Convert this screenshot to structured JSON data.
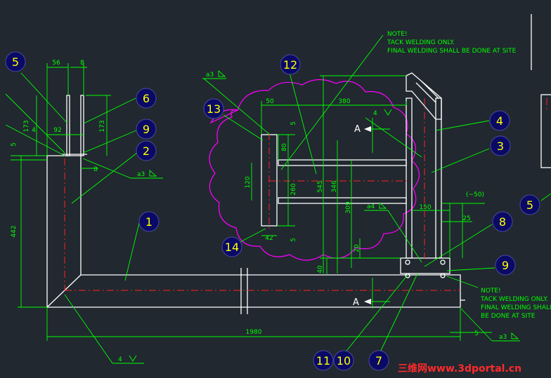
{
  "colors": {
    "background": "#212830",
    "outline": "#ffffff",
    "dimension": "#00ff00",
    "leader": "#00ff00",
    "centerline": "#ff2020",
    "revision_cloud": "#ff00ff",
    "balloon_fill": "#0a0a66",
    "balloon_text": "#ffff00",
    "note_text": "#00ff00",
    "watermark": "#ff2a2a"
  },
  "balloons": [
    "5",
    "6",
    "9",
    "2",
    "1",
    "12",
    "13",
    "14",
    "4",
    "3",
    "5",
    "8",
    "9",
    "11",
    "10",
    "7"
  ],
  "notes": {
    "top": [
      "NOTE!",
      "TACK WELDING ONLY.",
      "FINAL WELDING SHALL BE DONE AT SITE"
    ],
    "bottom": [
      "NOTE!",
      "TACK WELDING ONLY.",
      "FINAL WELDING SHALL",
      "BE DONE AT SITE"
    ]
  },
  "welds": [
    "a3",
    "a3",
    "a4",
    "a3",
    "4",
    "4"
  ],
  "dimensions": [
    "56",
    "8",
    "173",
    "92",
    "4",
    "5",
    "173",
    "8",
    "442",
    "1980",
    "5",
    "50",
    "380",
    "5",
    "80",
    "120",
    "260",
    "545",
    "346",
    "309",
    "20",
    "40",
    "42",
    "5",
    "150",
    "25",
    "(~50)"
  ],
  "section_marks": [
    "A",
    "A"
  ],
  "watermark": "三维网www.3dportal.cn"
}
